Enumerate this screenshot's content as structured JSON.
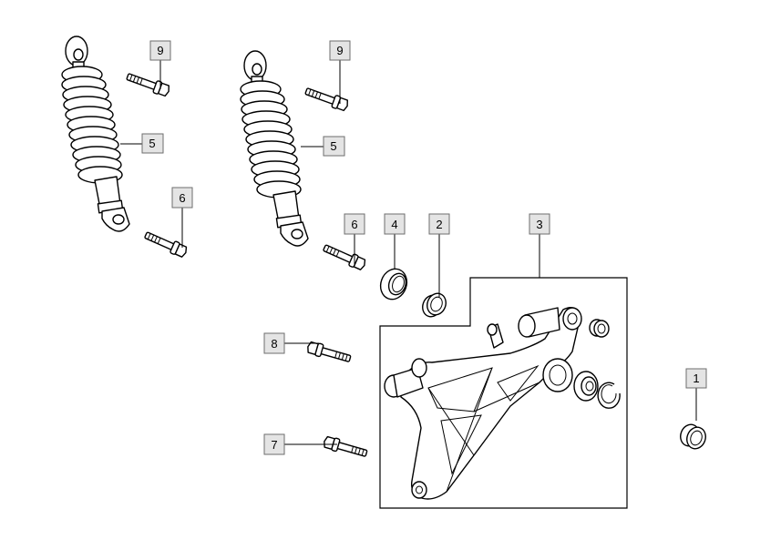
{
  "callouts": {
    "c1": "1",
    "c2": "2",
    "c3": "3",
    "c4": "4",
    "c5a": "5",
    "c5b": "5",
    "c6a": "6",
    "c6b": "6",
    "c7": "7",
    "c8": "8",
    "c9a": "9",
    "c9b": "9"
  },
  "colors": {
    "label_fill": "#e4e4e4",
    "label_border": "#6e6e6e",
    "line": "#000000"
  }
}
